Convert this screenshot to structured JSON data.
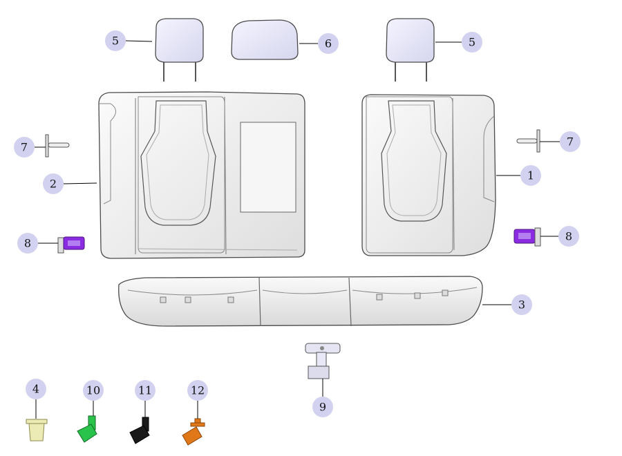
{
  "diagram": {
    "callouts": [
      {
        "id": "c-headrest-left",
        "label": "5"
      },
      {
        "id": "c-headrest-center",
        "label": "6"
      },
      {
        "id": "c-headrest-right",
        "label": "5"
      },
      {
        "id": "c-pin-left",
        "label": "7"
      },
      {
        "id": "c-pin-right",
        "label": "7"
      },
      {
        "id": "c-back-left",
        "label": "2"
      },
      {
        "id": "c-back-right",
        "label": "1"
      },
      {
        "id": "c-guide-left",
        "label": "8"
      },
      {
        "id": "c-guide-right",
        "label": "8"
      },
      {
        "id": "c-cushion",
        "label": "3"
      },
      {
        "id": "c-bracket",
        "label": "9"
      },
      {
        "id": "c-clip",
        "label": "4"
      },
      {
        "id": "c-bolt-green",
        "label": "10"
      },
      {
        "id": "c-bolt-black",
        "label": "11"
      },
      {
        "id": "c-bolt-orange",
        "label": "12"
      }
    ],
    "colors": {
      "callout_fill": "#d2d2f0",
      "leader": "#000000",
      "outline": "#4a4a4a",
      "seat_fill": "#eeeeee",
      "headrest_fill": "#e4e4f6",
      "guide_purple": "#8a2be2",
      "clip_yellow": "#ecebb6",
      "bolt_green": "#29c24a",
      "bolt_black": "#1a1a1a",
      "bolt_orange": "#e0781a"
    }
  }
}
